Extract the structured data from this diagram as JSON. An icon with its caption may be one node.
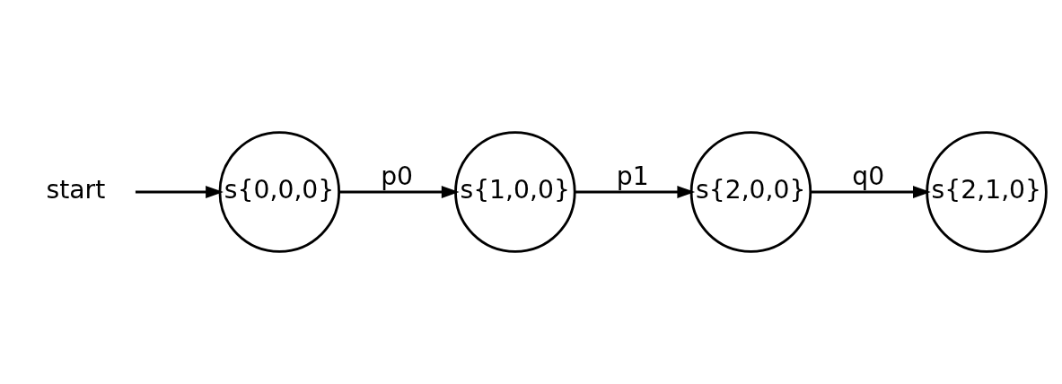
{
  "diagram": {
    "nodes": [
      {
        "text": [
          "start"
        ]
      },
      {
        "text": [
          "s{0,0,0}"
        ]
      },
      {
        "text": [
          "s{1,0,0}"
        ]
      },
      {
        "text": [
          "s{2,0,0}"
        ]
      },
      {
        "text": [
          "s{2,1,0}"
        ]
      }
    ],
    "edges": [
      {
        "from": 0,
        "to": 1,
        "arrow": "to"
      },
      {
        "from": 1,
        "to": 2,
        "label": "p0",
        "arrow": "to"
      },
      {
        "from": 2,
        "to": 3,
        "label": "p1",
        "arrow": "to"
      },
      {
        "from": 3,
        "to": 4,
        "label": "q0",
        "arrow": "to"
      }
    ]
  }
}
